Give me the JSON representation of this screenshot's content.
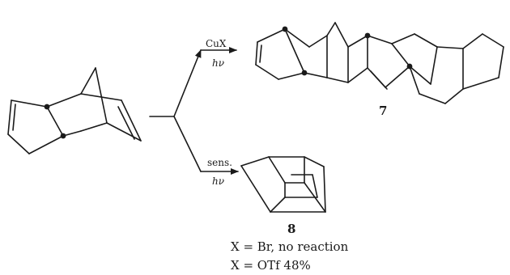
{
  "scheme": {
    "top_reagent": "CuX",
    "top_condition": "hν",
    "bottom_reagent": "sens.",
    "bottom_condition": "hν",
    "product_top_number": "7",
    "product_bottom_number": "8",
    "notes": [
      "X = Br, no reaction",
      "X = OTf 48%"
    ]
  }
}
